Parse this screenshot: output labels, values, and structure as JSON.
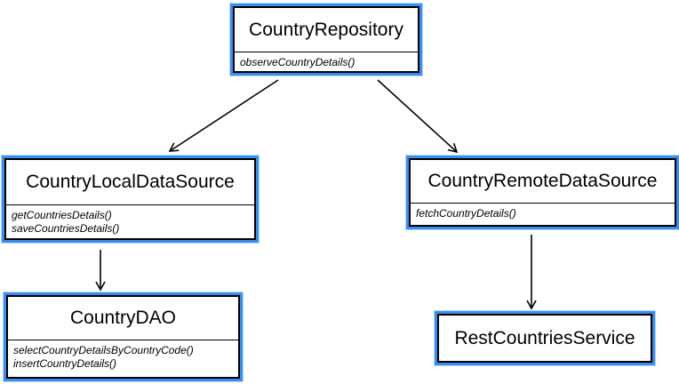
{
  "diagram": {
    "nodes": [
      {
        "id": "repo",
        "title": "CountryRepository",
        "methods": [
          "observeCountryDetails()"
        ]
      },
      {
        "id": "local",
        "title": "CountryLocalDataSource",
        "methods": [
          "getCountriesDetails()",
          "saveCountriesDetails()"
        ]
      },
      {
        "id": "remote",
        "title": "CountryRemoteDataSource",
        "methods": [
          "fetchCountryDetails()"
        ]
      },
      {
        "id": "dao",
        "title": "CountryDAO",
        "methods": [
          "selectCountryDetailsByCountryCode()",
          "insertCountryDetails()"
        ]
      },
      {
        "id": "rest",
        "title": "RestCountriesService",
        "methods": []
      }
    ],
    "edges": [
      {
        "from": "repo",
        "to": "local"
      },
      {
        "from": "repo",
        "to": "remote"
      },
      {
        "from": "local",
        "to": "dao"
      },
      {
        "from": "remote",
        "to": "rest"
      }
    ]
  },
  "colors": {
    "box_border": "#000000",
    "box_highlight": "#3b8ef0",
    "arrow": "#000000",
    "background": "#ffffff"
  }
}
